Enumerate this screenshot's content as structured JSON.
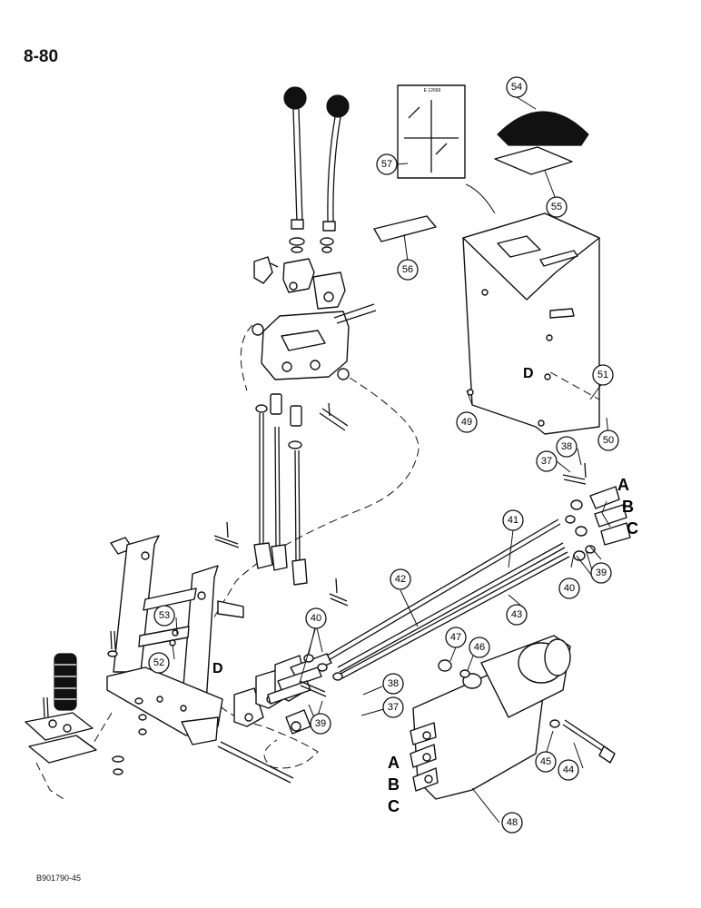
{
  "page": {
    "number": "8-80",
    "drawing_code": "B901790-45"
  },
  "decal": {
    "code": "E 12669"
  },
  "callouts": [
    {
      "id": "54",
      "label": "54"
    },
    {
      "id": "55",
      "label": "55"
    },
    {
      "id": "56",
      "label": "56"
    },
    {
      "id": "57",
      "label": "57"
    },
    {
      "id": "49",
      "label": "49"
    },
    {
      "id": "50",
      "label": "50"
    },
    {
      "id": "51",
      "label": "51"
    },
    {
      "id": "37a",
      "label": "37"
    },
    {
      "id": "38a",
      "label": "38"
    },
    {
      "id": "41",
      "label": "41"
    },
    {
      "id": "42",
      "label": "42"
    },
    {
      "id": "43",
      "label": "43"
    },
    {
      "id": "40a",
      "label": "40"
    },
    {
      "id": "39a",
      "label": "39"
    },
    {
      "id": "53",
      "label": "53"
    },
    {
      "id": "52",
      "label": "52"
    },
    {
      "id": "40b",
      "label": "40"
    },
    {
      "id": "39b",
      "label": "39"
    },
    {
      "id": "38b",
      "label": "38"
    },
    {
      "id": "37b",
      "label": "37"
    },
    {
      "id": "47",
      "label": "47"
    },
    {
      "id": "46",
      "label": "46"
    },
    {
      "id": "45",
      "label": "45"
    },
    {
      "id": "44",
      "label": "44"
    },
    {
      "id": "48",
      "label": "48"
    }
  ],
  "reference_letters": {
    "right_a": "A",
    "right_b": "B",
    "right_c": "C",
    "valve_a": "A",
    "valve_b": "B",
    "valve_c": "C",
    "console_d": "D",
    "tower_d": "D"
  }
}
